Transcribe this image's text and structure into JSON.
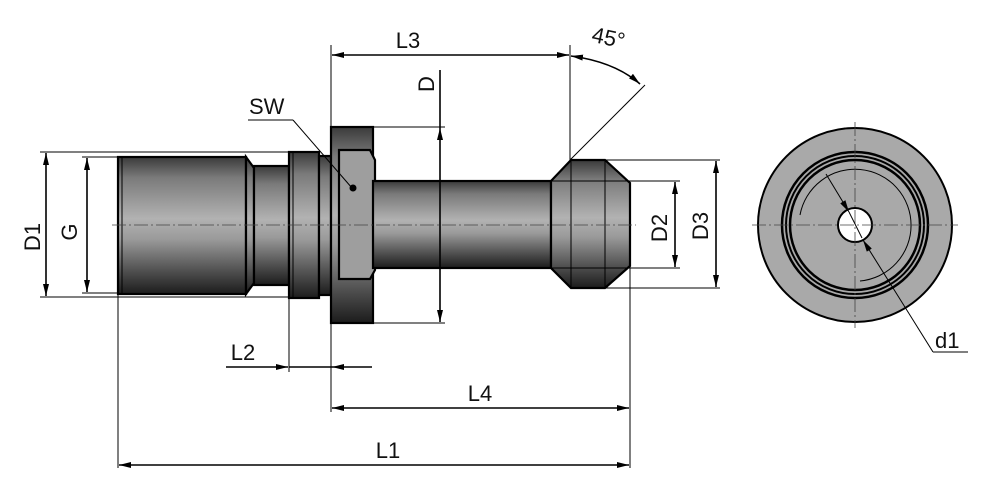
{
  "drawing": {
    "title": "Pull stud technical drawing",
    "labels": {
      "D1": "D1",
      "G": "G",
      "SW": "SW",
      "L3": "L3",
      "angle": "45°",
      "D": "D",
      "D2": "D2",
      "D3": "D3",
      "L2": "L2",
      "L4": "L4",
      "L1": "L1",
      "d1": "d1"
    },
    "colors": {
      "line": "#000000",
      "part_light": "#a8a8a8",
      "part_dark": "#2a2a2a",
      "end_view_fill": "#a9a9a9",
      "background": "#ffffff"
    }
  }
}
